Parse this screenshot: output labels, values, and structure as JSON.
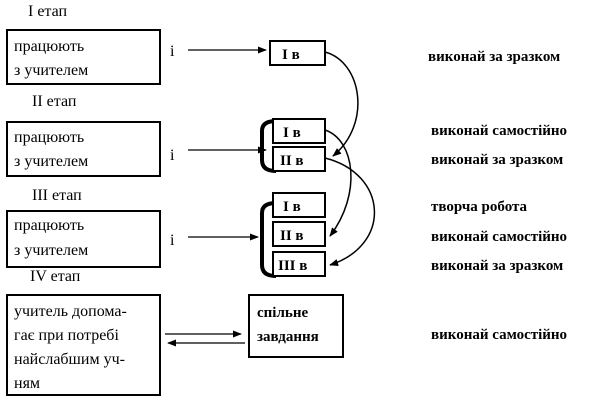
{
  "stages": [
    {
      "label": "I етап",
      "teacher_box": [
        "працюють",
        "з учителем"
      ],
      "connector": "і",
      "groups": [
        "I в"
      ],
      "tasks": [
        "виконай за зразком"
      ]
    },
    {
      "label": "II етап",
      "teacher_box": [
        "працюють",
        "з учителем"
      ],
      "connector": "і",
      "groups": [
        "I в",
        "II в"
      ],
      "tasks": [
        "виконай самостійно",
        "виконай за зразком"
      ]
    },
    {
      "label": "III етап",
      "teacher_box": [
        "працюють",
        "з учителем"
      ],
      "connector": "і",
      "groups": [
        "I в",
        "II в",
        "III в"
      ],
      "tasks": [
        "творча робота",
        "виконай самостійно",
        "виконай за зразком"
      ]
    },
    {
      "label": "IV етап",
      "teacher_box": [
        "учитель допома-",
        "гає при потребі",
        "найслабшим уч-",
        "ням"
      ],
      "groups": [
        "спільне",
        "завдання"
      ],
      "tasks": [
        "виконай самостійно"
      ]
    }
  ]
}
